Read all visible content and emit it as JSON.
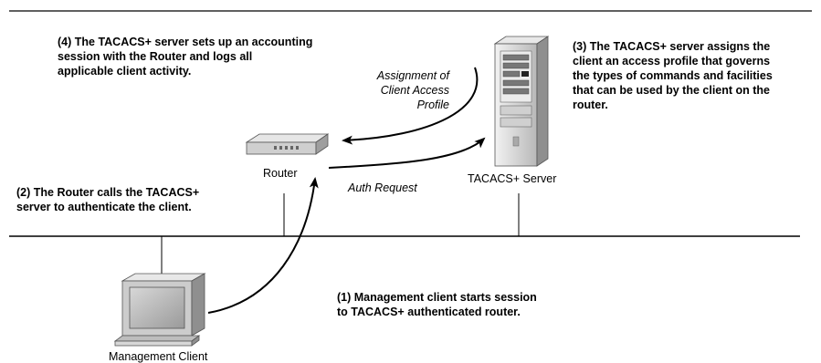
{
  "steps": {
    "step1": [
      "(1) Management client starts session",
      "to TACACS+ authenticated router."
    ],
    "step2": [
      "(2) The Router calls the TACACS+",
      "server to authenticate the client."
    ],
    "step3": [
      "(3) The TACACS+ server assigns the",
      "client an access profile that governs",
      "the types of commands and facilities",
      "that can be used by the client on the",
      "router."
    ],
    "step4": [
      "(4) The TACACS+ server sets up an accounting",
      "session with the Router and logs all",
      "applicable client activity."
    ]
  },
  "arrows": {
    "auth_request": "Auth Request",
    "assignment": [
      "Assignment of",
      "Client Access",
      "Profile"
    ]
  },
  "nodes": {
    "router": "Router",
    "server": "TACACS+ Server",
    "client": "Management Client"
  }
}
